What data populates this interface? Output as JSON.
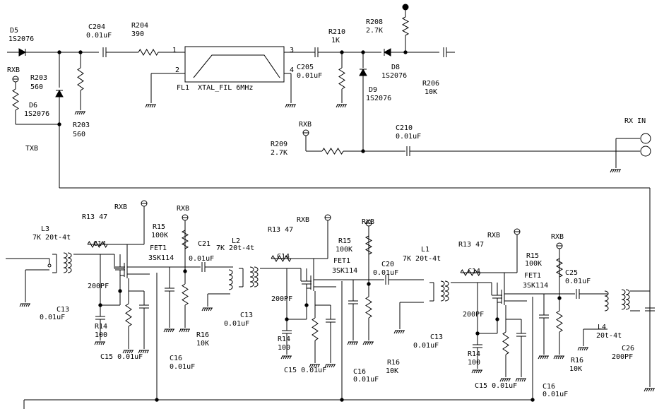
{
  "colors": {
    "ink": "#000000",
    "background": "#ffffff"
  },
  "labels": {
    "d5": "D5",
    "d5_part": "1S2076",
    "c204": "C204",
    "c204_val": "0.01uF",
    "r204": "R204",
    "r204_val": "390",
    "r210": "R210",
    "r210_val": "1K",
    "r208": "R208",
    "r208_val": "2.7K",
    "rxb_top": "RXB",
    "r203a": "R203",
    "r203a_val": "560",
    "d6": "D6",
    "d6_part": "1S2076",
    "r203b": "R203",
    "r203b_val": "560",
    "pin1": "1",
    "pin2": "2",
    "pin3": "3",
    "pin4": "4",
    "fl1": "FL1  XTAL_FIL 6MHz",
    "c205": "C205",
    "c205_val": "0.01uF",
    "d8": "D8",
    "d8_part": "1S2076",
    "r206": "R206",
    "r206_val": "10K",
    "d9": "D9",
    "d9_part": "1S2076",
    "rxb_r209": "RXB",
    "r209": "R209",
    "r209_val": "2.7K",
    "c210": "C210",
    "c210_val": "0.01uF",
    "rx_in": "RX IN",
    "txb": "TXB",
    "s1": {
      "rxb_gate": "RXB",
      "r13": "R13 47",
      "l3": "L3",
      "l3_val": "7K 20t-4t",
      "c14": "C14",
      "c14_val": "200PF",
      "r15": "R15",
      "r15_val": "100K",
      "rxb_drain": "RXB",
      "fet": "FET1",
      "fet_part": "3SK114",
      "c21": "C21",
      "c21_val": "0.01uF",
      "c13": "C13",
      "c13_val": "0.01uF",
      "r14": "R14",
      "r14_val": "100",
      "c15": "C15 0.01uF",
      "c16": "C16",
      "c16_val": "0.01uF",
      "r16": "R16",
      "r16_val": "10K"
    },
    "s2": {
      "rxb_gate": "RXB",
      "r13": "R13 47",
      "l2": "L2",
      "l2_val": "7K 20t-4t",
      "c14": "C14",
      "c14_val": "200PF",
      "r15": "R15",
      "r15_val": "100K",
      "rxb_drain": "RXB",
      "fet": "FET1",
      "fet_part": "3SK114",
      "c20": "C20",
      "c20_val": "0.01uF",
      "c13": "C13",
      "c13_val": "0.01uF",
      "r14": "R14",
      "r14_val": "100",
      "c15": "C15 0.01uF",
      "c16": "C16",
      "c16_val": "0.01uF",
      "r16": "R16",
      "r16_val": "10K"
    },
    "s3": {
      "l1": "L1",
      "l1_val": "7K 20t-4t",
      "rxb_gate": "RXB",
      "r13": "R13 47",
      "c14": "C14",
      "c14_val": "200PF",
      "r15": "R15",
      "r15_val": "100K",
      "rxb_drain": "RXB",
      "fet": "FET1",
      "fet_part": "3SK114",
      "c25": "C25",
      "c25_val": "0.01uF",
      "c13": "C13",
      "c13_val": "0.01uF",
      "r14": "R14",
      "r14_val": "100",
      "c15": "C15 0.01uF",
      "c16": "C16",
      "c16_val": "0.01uF",
      "r16": "R16",
      "r16_val": "10K"
    },
    "l4": "L4",
    "l4_val": "20t-4t",
    "c26": "C26",
    "c26_val": "200PF"
  }
}
